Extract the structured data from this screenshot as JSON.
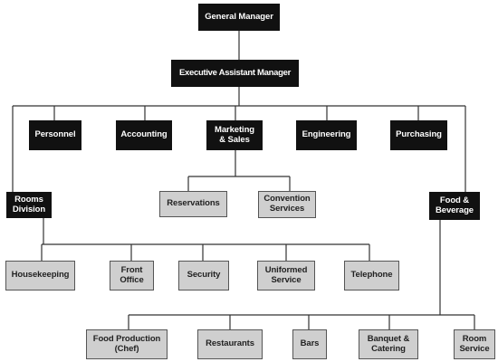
{
  "org_chart": {
    "general_manager": "General Manager",
    "executive_assistant_manager": "Executive Assistant Manager",
    "departments": {
      "personnel": "Personnel",
      "accounting": "Accounting",
      "marketing_sales": "Marketing\n& Sales",
      "engineering": "Engineering",
      "purchasing": "Purchasing",
      "rooms_division": "Rooms\nDivision",
      "food_beverage": "Food &\nBeverage"
    },
    "marketing_units": {
      "reservations": "Reservations",
      "convention_services": "Convention\nServices"
    },
    "rooms_units": {
      "housekeeping": "Housekeeping",
      "front_office": "Front\nOffice",
      "security": "Security",
      "uniformed_service": "Uniformed\nService",
      "telephone": "Telephone"
    },
    "food_beverage_units": {
      "food_production": "Food Production\n(Chef)",
      "restaurants": "Restaurants",
      "bars": "Bars",
      "banquet_catering": "Banquet &\nCatering",
      "room_service": "Room\nService"
    }
  },
  "colors": {
    "dark_box": "#111111",
    "light_box": "#cfcfcf",
    "line": "#333333"
  }
}
